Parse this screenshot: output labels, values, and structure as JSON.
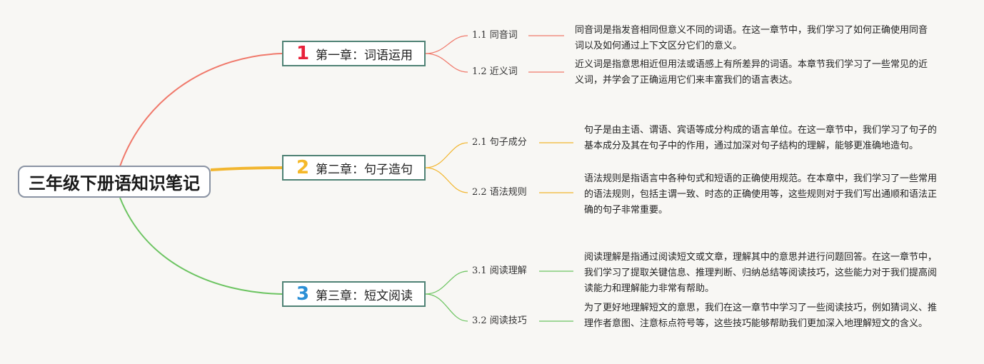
{
  "root": {
    "title": "三年级下册语知识笔记"
  },
  "chapters": [
    {
      "number": "1",
      "title": "第一章：词语运用",
      "color": "#f0786a",
      "numColor": "#e8213a",
      "subs": [
        {
          "label": "1.1 同音词",
          "text": "同音词是指发音相同但意义不同的词语。在这一章节中，我们学习了如何正确使用同音词以及如何通过上下文区分它们的意义。"
        },
        {
          "label": "1.2 近义词",
          "text": "近义词是指意思相近但用法或语感上有所差异的词语。本章节我们学习了一些常见的近义词，并学会了正确运用它们来丰富我们的语言表达。"
        }
      ]
    },
    {
      "number": "2",
      "title": "第二章：句子造句",
      "color": "#f2b62f",
      "numColor": "#f5b829",
      "subs": [
        {
          "label": "2.1 句子成分",
          "text": "句子是由主语、谓语、宾语等成分构成的语言单位。在这一章节中，我们学习了句子的基本成分及其在句子中的作用，通过加深对句子结构的理解，能够更准确地造句。"
        },
        {
          "label": "2.2 语法规则",
          "text": "语法规则是指语言中各种句式和短语的正确使用规范。在本章中，我们学习了一些常用的语法规则，包括主谓一致、时态的正确使用等，这些规则对于我们写出通顺和语法正确的句子非常重要。"
        }
      ]
    },
    {
      "number": "3",
      "title": "第三章：短文阅读",
      "color": "#6cc461",
      "numColor": "#2b8fd6",
      "subs": [
        {
          "label": "3.1 阅读理解",
          "text": "阅读理解是指通过阅读短文或文章，理解其中的意思并进行问题回答。在这一章节中，我们学习了提取关键信息、推理判断、归纳总结等阅读技巧，这些能力对于我们提高阅读能力和理解能力非常有帮助。"
        },
        {
          "label": "3.2 阅读技巧",
          "text": "为了更好地理解短文的意思，我们在这一章节中学习了一些阅读技巧，例如猜词义、推理作者意图、注意标点符号等，这些技巧能够帮助我们更加深入地理解短文的含义。"
        }
      ]
    }
  ]
}
